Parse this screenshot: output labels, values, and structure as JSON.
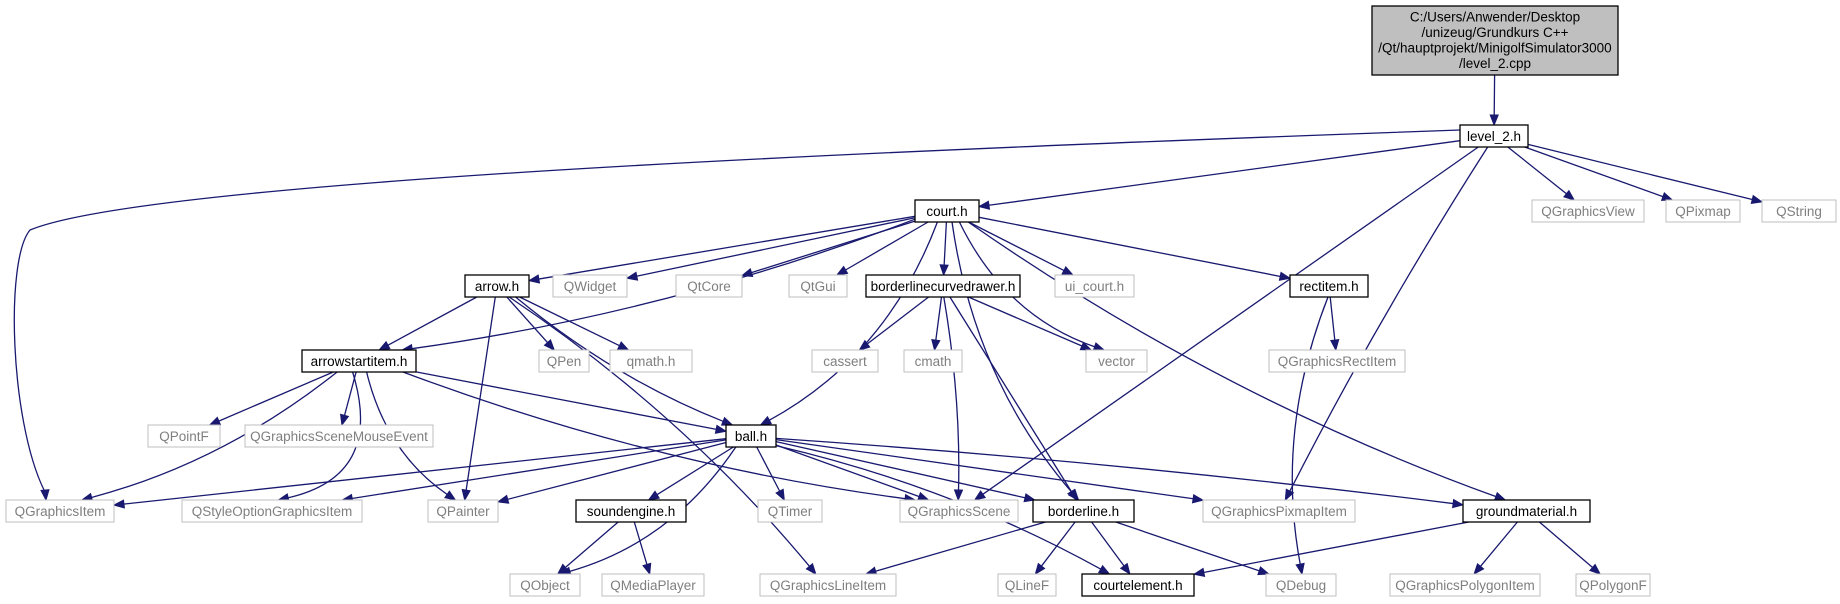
{
  "graph": {
    "title": "C:/Users/Anwender/Desktop/unizeug/Grundkurs C++/Qt/hauptprojekt/MinigolfSimulator3000/level_2.cpp",
    "colors": {
      "edge": "#191970",
      "root_fill": "#bfbfbf",
      "node_fill": "#ffffff",
      "node_border": "#000000",
      "external_border": "#bfbfbf",
      "external_text": "#7f7f7f",
      "node_text": "#000000"
    },
    "nodes": [
      {
        "id": "root",
        "kind": "root",
        "lines": [
          "C:/Users/Anwender/Desktop",
          "/unizeug/Grundkurs C++",
          "/Qt/hauptprojekt/MinigolfSimulator3000",
          "/level_2.cpp"
        ]
      },
      {
        "id": "level_2_h",
        "kind": "file",
        "lines": [
          "level_2.h"
        ]
      },
      {
        "id": "court_h",
        "kind": "file",
        "lines": [
          "court.h"
        ]
      },
      {
        "id": "QGraphicsView",
        "kind": "external",
        "lines": [
          "QGraphicsView"
        ]
      },
      {
        "id": "QPixmap",
        "kind": "external",
        "lines": [
          "QPixmap"
        ]
      },
      {
        "id": "QString",
        "kind": "external",
        "lines": [
          "QString"
        ]
      },
      {
        "id": "arrow_h",
        "kind": "file",
        "lines": [
          "arrow.h"
        ]
      },
      {
        "id": "QWidget",
        "kind": "external",
        "lines": [
          "QWidget"
        ]
      },
      {
        "id": "QtCore",
        "kind": "external",
        "lines": [
          "QtCore"
        ]
      },
      {
        "id": "QtGui",
        "kind": "external",
        "lines": [
          "QtGui"
        ]
      },
      {
        "id": "borderlinecurvedrawer_h",
        "kind": "file",
        "lines": [
          "borderlinecurvedrawer.h"
        ]
      },
      {
        "id": "ui_court_h",
        "kind": "external",
        "lines": [
          "ui_court.h"
        ]
      },
      {
        "id": "rectitem_h",
        "kind": "file",
        "lines": [
          "rectitem.h"
        ]
      },
      {
        "id": "arrowstartitem_h",
        "kind": "file",
        "lines": [
          "arrowstartitem.h"
        ]
      },
      {
        "id": "QPen",
        "kind": "external",
        "lines": [
          "QPen"
        ]
      },
      {
        "id": "qmath_h",
        "kind": "external",
        "lines": [
          "qmath.h"
        ]
      },
      {
        "id": "cassert",
        "kind": "external",
        "lines": [
          "cassert"
        ]
      },
      {
        "id": "cmath",
        "kind": "external",
        "lines": [
          "cmath"
        ]
      },
      {
        "id": "vector",
        "kind": "external",
        "lines": [
          "vector"
        ]
      },
      {
        "id": "QGraphicsRectItem",
        "kind": "external",
        "lines": [
          "QGraphicsRectItem"
        ]
      },
      {
        "id": "QPointF",
        "kind": "external",
        "lines": [
          "QPointF"
        ]
      },
      {
        "id": "QGraphicsSceneMouseEvent",
        "kind": "external",
        "lines": [
          "QGraphicsSceneMouseEvent"
        ]
      },
      {
        "id": "ball_h",
        "kind": "file",
        "lines": [
          "ball.h"
        ]
      },
      {
        "id": "QGraphicsItem",
        "kind": "external",
        "lines": [
          "QGraphicsItem"
        ]
      },
      {
        "id": "QStyleOptionGraphicsItem",
        "kind": "external",
        "lines": [
          "QStyleOptionGraphicsItem"
        ]
      },
      {
        "id": "QPainter",
        "kind": "external",
        "lines": [
          "QPainter"
        ]
      },
      {
        "id": "soundengine_h",
        "kind": "file",
        "lines": [
          "soundengine.h"
        ]
      },
      {
        "id": "QTimer",
        "kind": "external",
        "lines": [
          "QTimer"
        ]
      },
      {
        "id": "QGraphicsScene",
        "kind": "external",
        "lines": [
          "QGraphicsScene"
        ]
      },
      {
        "id": "borderline_h",
        "kind": "file",
        "lines": [
          "borderline.h"
        ]
      },
      {
        "id": "QGraphicsPixmapItem",
        "kind": "external",
        "lines": [
          "QGraphicsPixmapItem"
        ]
      },
      {
        "id": "groundmaterial_h",
        "kind": "file",
        "lines": [
          "groundmaterial.h"
        ]
      },
      {
        "id": "QObject",
        "kind": "external",
        "lines": [
          "QObject"
        ]
      },
      {
        "id": "QMediaPlayer",
        "kind": "external",
        "lines": [
          "QMediaPlayer"
        ]
      },
      {
        "id": "QGraphicsLineItem",
        "kind": "external",
        "lines": [
          "QGraphicsLineItem"
        ]
      },
      {
        "id": "QLineF",
        "kind": "external",
        "lines": [
          "QLineF"
        ]
      },
      {
        "id": "courtelement_h",
        "kind": "file",
        "lines": [
          "courtelement.h"
        ]
      },
      {
        "id": "QDebug",
        "kind": "external",
        "lines": [
          "QDebug"
        ]
      },
      {
        "id": "QGraphicsPolygonItem",
        "kind": "external",
        "lines": [
          "QGraphicsPolygonItem"
        ]
      },
      {
        "id": "QPolygonF",
        "kind": "external",
        "lines": [
          "QPolygonF"
        ]
      }
    ],
    "edges": [
      {
        "from": "root",
        "to": "level_2_h"
      },
      {
        "from": "level_2_h",
        "to": "QGraphicsItem"
      },
      {
        "from": "level_2_h",
        "to": "court_h"
      },
      {
        "from": "level_2_h",
        "to": "QGraphicsScene"
      },
      {
        "from": "level_2_h",
        "to": "QGraphicsPixmapItem"
      },
      {
        "from": "level_2_h",
        "to": "QGraphicsView"
      },
      {
        "from": "level_2_h",
        "to": "QPixmap"
      },
      {
        "from": "level_2_h",
        "to": "QString"
      },
      {
        "from": "court_h",
        "to": "arrowstartitem_h"
      },
      {
        "from": "court_h",
        "to": "arrow_h"
      },
      {
        "from": "court_h",
        "to": "QWidget"
      },
      {
        "from": "court_h",
        "to": "QtCore"
      },
      {
        "from": "court_h",
        "to": "ball_h"
      },
      {
        "from": "court_h",
        "to": "QtGui"
      },
      {
        "from": "court_h",
        "to": "borderlinecurvedrawer_h"
      },
      {
        "from": "court_h",
        "to": "ui_court_h"
      },
      {
        "from": "court_h",
        "to": "vector"
      },
      {
        "from": "court_h",
        "to": "borderline_h"
      },
      {
        "from": "court_h",
        "to": "rectitem_h"
      },
      {
        "from": "court_h",
        "to": "groundmaterial_h"
      },
      {
        "from": "arrow_h",
        "to": "arrowstartitem_h"
      },
      {
        "from": "arrow_h",
        "to": "QPainter"
      },
      {
        "from": "arrow_h",
        "to": "QPen"
      },
      {
        "from": "arrow_h",
        "to": "qmath_h"
      },
      {
        "from": "arrow_h",
        "to": "ball_h"
      },
      {
        "from": "arrow_h",
        "to": "QGraphicsLineItem"
      },
      {
        "from": "borderlinecurvedrawer_h",
        "to": "cassert"
      },
      {
        "from": "borderlinecurvedrawer_h",
        "to": "cmath"
      },
      {
        "from": "borderlinecurvedrawer_h",
        "to": "vector"
      },
      {
        "from": "borderlinecurvedrawer_h",
        "to": "QGraphicsScene"
      },
      {
        "from": "borderlinecurvedrawer_h",
        "to": "borderline_h"
      },
      {
        "from": "rectitem_h",
        "to": "QGraphicsRectItem"
      },
      {
        "from": "rectitem_h",
        "to": "QDebug"
      },
      {
        "from": "arrowstartitem_h",
        "to": "QGraphicsItem"
      },
      {
        "from": "arrowstartitem_h",
        "to": "QStyleOptionGraphicsItem"
      },
      {
        "from": "arrowstartitem_h",
        "to": "QPointF"
      },
      {
        "from": "arrowstartitem_h",
        "to": "QGraphicsSceneMouseEvent"
      },
      {
        "from": "arrowstartitem_h",
        "to": "QPainter"
      },
      {
        "from": "arrowstartitem_h",
        "to": "ball_h"
      },
      {
        "from": "arrowstartitem_h",
        "to": "QGraphicsScene"
      },
      {
        "from": "ball_h",
        "to": "QGraphicsItem"
      },
      {
        "from": "ball_h",
        "to": "QStyleOptionGraphicsItem"
      },
      {
        "from": "ball_h",
        "to": "QPainter"
      },
      {
        "from": "ball_h",
        "to": "QObject"
      },
      {
        "from": "ball_h",
        "to": "soundengine_h"
      },
      {
        "from": "ball_h",
        "to": "QTimer"
      },
      {
        "from": "ball_h",
        "to": "QGraphicsScene"
      },
      {
        "from": "ball_h",
        "to": "borderline_h"
      },
      {
        "from": "ball_h",
        "to": "QGraphicsPixmapItem"
      },
      {
        "from": "ball_h",
        "to": "groundmaterial_h"
      },
      {
        "from": "ball_h",
        "to": "courtelement_h"
      },
      {
        "from": "soundengine_h",
        "to": "QObject"
      },
      {
        "from": "soundengine_h",
        "to": "QMediaPlayer"
      },
      {
        "from": "borderline_h",
        "to": "QGraphicsLineItem"
      },
      {
        "from": "borderline_h",
        "to": "QLineF"
      },
      {
        "from": "borderline_h",
        "to": "courtelement_h"
      },
      {
        "from": "borderline_h",
        "to": "QDebug"
      },
      {
        "from": "groundmaterial_h",
        "to": "courtelement_h"
      },
      {
        "from": "groundmaterial_h",
        "to": "QGraphicsPolygonItem"
      },
      {
        "from": "groundmaterial_h",
        "to": "QPolygonF"
      }
    ]
  }
}
